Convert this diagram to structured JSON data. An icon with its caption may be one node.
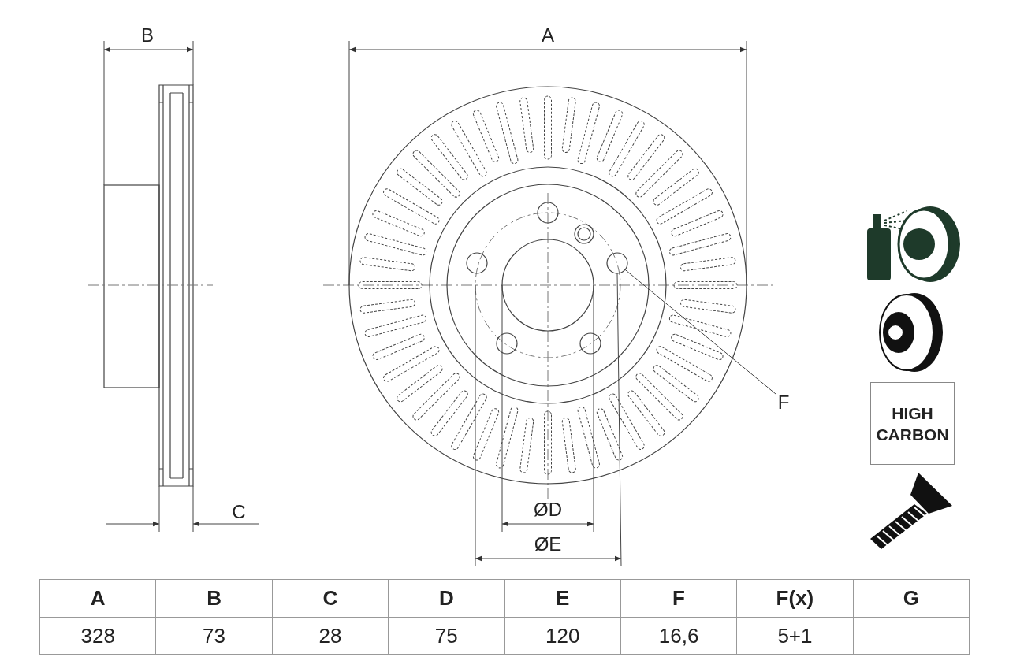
{
  "diagram": {
    "nodes": [
      {
        "text": [
          "F"
        ]
      },
      {
        "text": [],
        "shape": "circle"
      },
      {
        "text": [
          "HIGH CARBON"
        ]
      }
    ],
    "edges": [
      {
        "from": 0,
        "to": 1,
        "arrow": "none"
      }
    ],
    "labels": [
      "B",
      "A",
      "C",
      "ØD",
      "ØE",
      "A",
      "B",
      "C",
      "D",
      "E",
      "F",
      "F(x)",
      "G",
      "328",
      "73",
      "28",
      "75",
      "120",
      "16,6",
      "5+1"
    ]
  }
}
